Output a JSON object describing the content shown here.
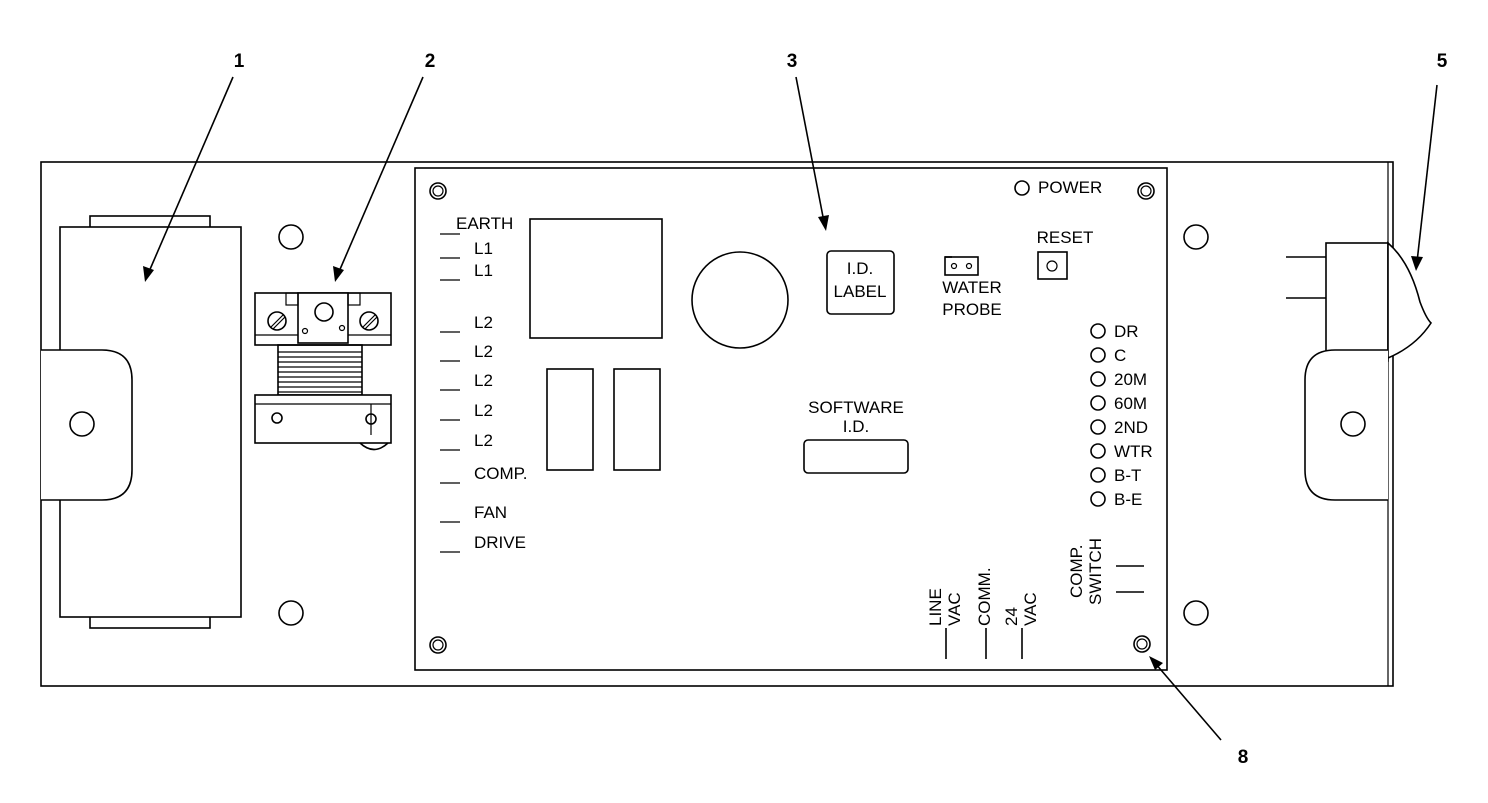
{
  "callouts": [
    "1",
    "2",
    "3",
    "5",
    "8"
  ],
  "board": {
    "terminals": [
      "EARTH",
      "L1",
      "L1",
      "L2",
      "L2",
      "L2",
      "L2",
      "L2",
      "COMP.",
      "FAN",
      "DRIVE"
    ],
    "power_label": "POWER",
    "reset_label": "RESET",
    "id_label_line1": "I.D.",
    "id_label_line2": "LABEL",
    "water_probe_line1": "WATER",
    "water_probe_line2": "PROBE",
    "software_line1": "SOFTWARE",
    "software_line2": "I.D.",
    "indicators": [
      "DR",
      "C",
      "20M",
      "60M",
      "2ND",
      "WTR",
      "B-T",
      "B-E"
    ],
    "bottom_line_vac_1": "LINE",
    "bottom_line_vac_2": "VAC",
    "bottom_comm": "COMM.",
    "bottom_24vac_1": "24",
    "bottom_24vac_2": "VAC",
    "comp_switch_1": "COMP.",
    "comp_switch_2": "SWITCH"
  }
}
